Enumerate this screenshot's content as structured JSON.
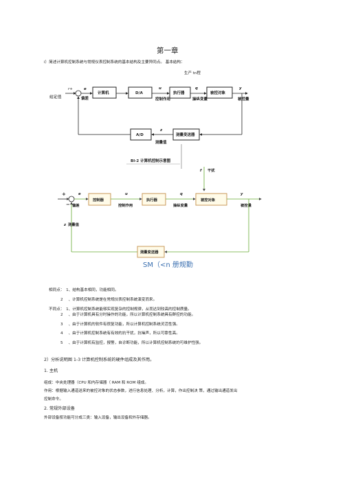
{
  "chapter_title": "第一章",
  "q1": "i）简述计算机控制系统与常规仪表控制系统的基本结构及主要异同点。 基本结构：",
  "diagram1": {
    "top_note": "生产 tn程",
    "left_label": "给定值",
    "sign": "r+",
    "e": "e",
    "deviation": "偏差",
    "computer": "计算机",
    "da": "D/A",
    "u": "u",
    "control_action": "控制作用",
    "actuator": "执行器",
    "q": "q",
    "manip_var": "操纵变量",
    "plant": "被控对象",
    "y": "y",
    "controlled_var": "被控量",
    "ad": "A/D",
    "z": "z",
    "measured_value": "测量值",
    "transmitter": "测量变送器",
    "caption": "Bl-2 计算机控制示意图"
  },
  "diagram2": {
    "f": "f",
    "disturbance": "干扰",
    "plus": "+",
    "minus": "−",
    "e": "e",
    "deviation": "偏差",
    "controller": "控制器",
    "u": "u",
    "control_action": "控制作用",
    "actuator": "执行器",
    "q": "q",
    "manip_var": "操纵变量",
    "plant": "被控对象",
    "y": "y",
    "controlled_var": "被控量",
    "z": "z",
    "measured_value": "测量值",
    "transmitter": "测量变送器",
    "handwritten": "SM（<n 册规勤"
  },
  "same_points": [
    {
      "num": "相同点：　1、",
      "text": "结构基本相同，功能相同。"
    },
    {
      "num": "2",
      "text": "、计算机控制系统是在常规仪表控制系统演变而来。"
    }
  ],
  "diff_points": [
    {
      "num": "不同点：　1、",
      "text": "计算机控制系统能够实现复杂的控制规律，从而达到较高的控制质量。"
    },
    {
      "num": "2",
      "text": "、由于计算机具有分时操作的功能，所以计算机控制系统具有群控的功能。"
    },
    {
      "num": "3",
      "text": "、由于计算机的软件有很复功能，所以计算机控制系统灵活性强。"
    },
    {
      "num": "4",
      "text": "、由于计算机控制系统有有效的抗干扰，抗噪声，所以可靠性高。"
    },
    {
      "num": "5",
      "text": "、由于计算机有监控，报警，自诊断功能，所以计算机控制系统的可维护性强。"
    }
  ],
  "q2": "2）分析说明图 1-3 计算机控制系统的硬件组成及其作用。",
  "s1_title": "1. 主机",
  "s1_line1": "组成：中央处理器（CPU 和内存储器（ RAM 和 ROM 组成。",
  "s1_line2": "作用：根据输入通道送来的被控对象的状态参数，进行信息处理、分析，计算，作出控制决 策，通过输出通道发出",
  "s1_line3": "控制命令。",
  "s2_title": "2. 常规外部设备",
  "s2_line1": "外部设备按功能可分成三类：输入设备，输出设备和外存储器。"
}
